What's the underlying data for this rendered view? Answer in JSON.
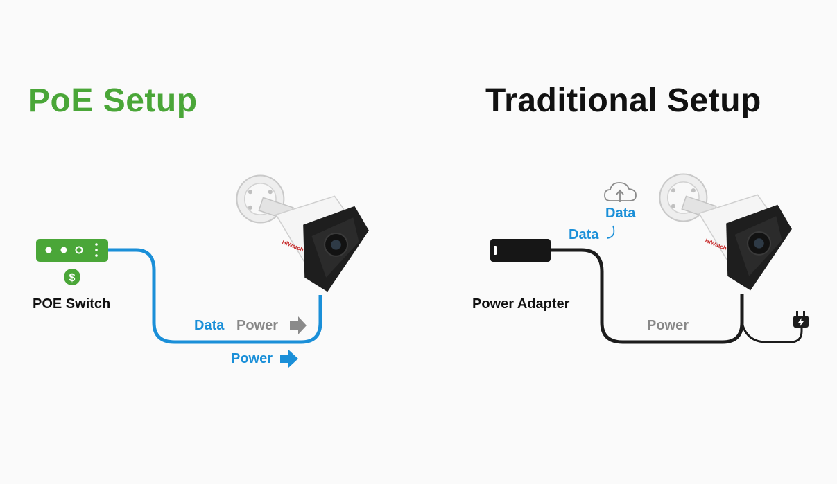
{
  "poe": {
    "title": "PoE Setup",
    "switch_label": "POE Switch",
    "cable_labels": {
      "data": "Data",
      "power_gray": "Power",
      "power_blue": "Power"
    },
    "camera_brand": "HiWatch"
  },
  "traditional": {
    "title": "Traditional Setup",
    "adapter_label": "Power Adapter",
    "data_label_1": "Data",
    "data_label_2": "Data",
    "power_label": "Power",
    "camera_brand": "HiWatch"
  },
  "colors": {
    "poe_green": "#4aa638",
    "data_blue": "#1a8fd8",
    "power_gray": "#888888",
    "cable_black": "#1c1c1c"
  },
  "icons": [
    "dollar-icon",
    "arrow-right-icon",
    "cloud-upload-icon",
    "plug-icon",
    "security-camera-icon",
    "poe-switch-icon",
    "power-adapter-icon"
  ]
}
